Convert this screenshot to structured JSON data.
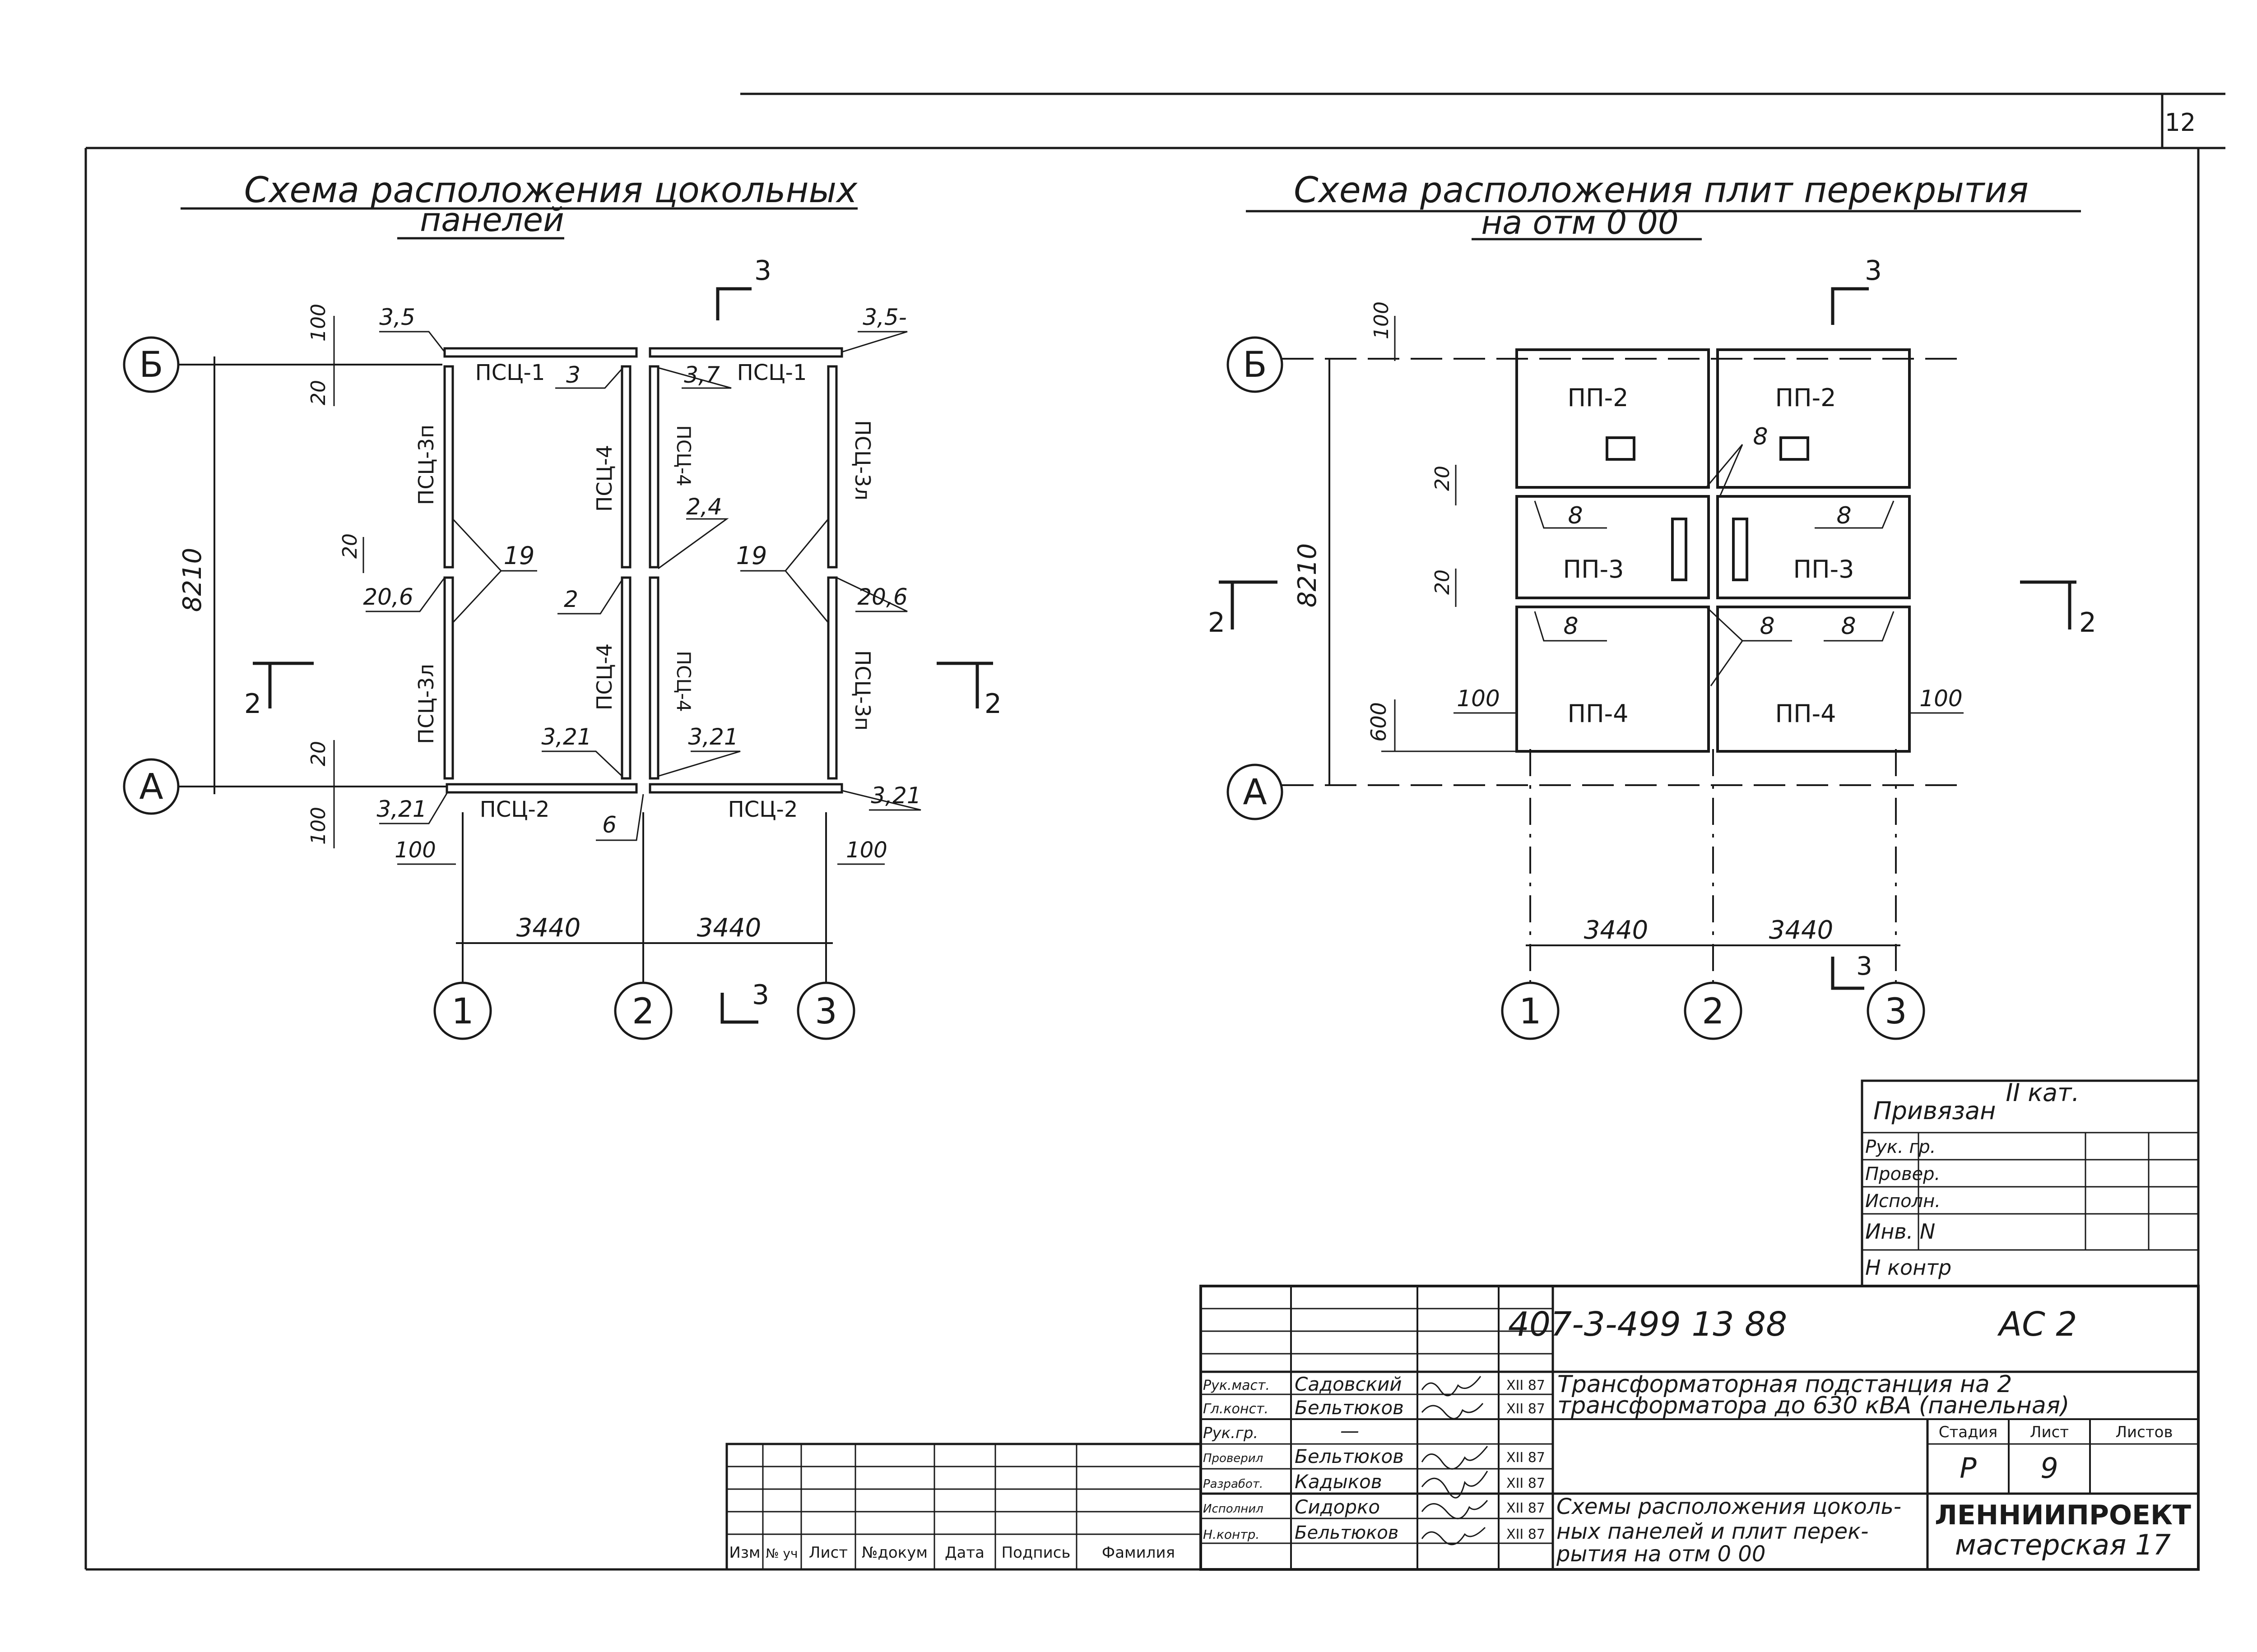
{
  "sheet_number": "12",
  "left_scheme": {
    "title_line1": "Схема расположения цокольных",
    "title_line2": "панелей",
    "axes": {
      "row_top": "Б",
      "row_bottom": "А",
      "col_1": "1",
      "col_2": "2",
      "col_3": "3"
    },
    "dims": {
      "height": "8210",
      "span_1": "3440",
      "span_2": "3440",
      "top_100": "100",
      "top_20": "20",
      "mid_20": "20",
      "bot_20": "20",
      "bot_100": "100",
      "left_100": "100",
      "right_100": "100"
    },
    "panels": {
      "psc1_a": "ПСЦ-1",
      "psc1_b": "ПСЦ-1",
      "psc2_a": "ПСЦ-2",
      "psc2_b": "ПСЦ-2",
      "psc3p_top": "ПСЦ-3п",
      "psc3l_bot": "ПСЦ-3л",
      "psc4_1": "ПСЦ-4",
      "psc4_2": "ПСЦ-4",
      "psc4_3": "ПСЦ-4",
      "psc4_4": "ПСЦ-4",
      "psc3l_top": "ПСЦ-3л",
      "psc3p_bot": "ПСЦ-3п"
    },
    "callouts": {
      "c35a": "3,5",
      "c35b": "3,5-",
      "c3": "3",
      "c37": "3,7",
      "c24": "2,4",
      "c19a": "19",
      "c19b": "19",
      "c206a": "20,6",
      "c206b": "20,6",
      "c2": "2",
      "c321a": "3,21",
      "c321b": "3,21",
      "c321c": "3,21",
      "c321d": "3,21",
      "c6": "6"
    },
    "sections": {
      "s3_top": "3",
      "s3_bot": "3",
      "s2_left": "2",
      "s2_right": "2"
    }
  },
  "right_scheme": {
    "title_line1": "Схема расположения плит перекрытия",
    "title_line2": "на отм 0 00",
    "axes": {
      "row_top": "Б",
      "row_bottom": "А",
      "col_1": "1",
      "col_2": "2",
      "col_3": "3"
    },
    "dims": {
      "height": "8210",
      "span_1": "3440",
      "span_2": "3440",
      "top_100": "100",
      "d20a": "20",
      "d20b": "20",
      "d600": "600",
      "left_100": "100",
      "right_100": "100"
    },
    "slabs": {
      "pp2a": "ПП-2",
      "pp2b": "ПП-2",
      "pp3a": "ПП-3",
      "pp3b": "ПП-3",
      "pp4a": "ПП-4",
      "pp4b": "ПП-4"
    },
    "callouts": {
      "e8a": "8",
      "e8b": "8",
      "e8c": "8",
      "e8d": "8",
      "e8e": "8",
      "e8f": "8"
    },
    "sections": {
      "s3_top": "3",
      "s3_bot": "3",
      "s2_left": "2",
      "s2_right": "2"
    }
  },
  "category_note": "II кат.",
  "binding_table": {
    "header": "Привязан",
    "rows": [
      "Рук. гр.",
      "Провер.",
      "Исполн.",
      "Инв. N",
      "Н контр"
    ]
  },
  "revision_table": {
    "headers": [
      "Изм",
      "№ уч",
      "Лист",
      "№докум",
      "Дата",
      "Подпись",
      "Фамилия"
    ]
  },
  "title_block": {
    "code": "407-3-499 13 88",
    "mark": "АС 2",
    "project_line1": "Трансформаторная подстанция на 2",
    "project_line2": "трансформатора до 630 кВА (панельная)",
    "stage_header": "Стадия",
    "sheet_header": "Лист",
    "sheets_header": "Листов",
    "stage": "Р",
    "sheet": "9",
    "sheets": "",
    "drawing_line1": "Схемы расположения цоколь-",
    "drawing_line2": "ных панелей и плит перек-",
    "drawing_line3": "рытия на отм 0 00",
    "org_line1": "ЛЕННИИПРОЕКТ",
    "org_line2": "мастерская 17",
    "staff": [
      {
        "role": "Рук.маст.",
        "name": "Садовский",
        "date": "XII 87"
      },
      {
        "role": "Гл.конст.",
        "name": "Бельтюков",
        "date": "XII 87"
      },
      {
        "role": "Рук.гр.",
        "name": "—",
        "date": ""
      },
      {
        "role": "Проверил",
        "name": "Бельтюков",
        "date": "XII 87"
      },
      {
        "role": "Разработ.",
        "name": "Кадыков",
        "date": "XII 87"
      },
      {
        "role": "Исполнил",
        "name": "Сидорко",
        "date": "XII 87"
      },
      {
        "role": "Н.контр.",
        "name": "Бельтюков",
        "date": "XII 87"
      }
    ]
  }
}
